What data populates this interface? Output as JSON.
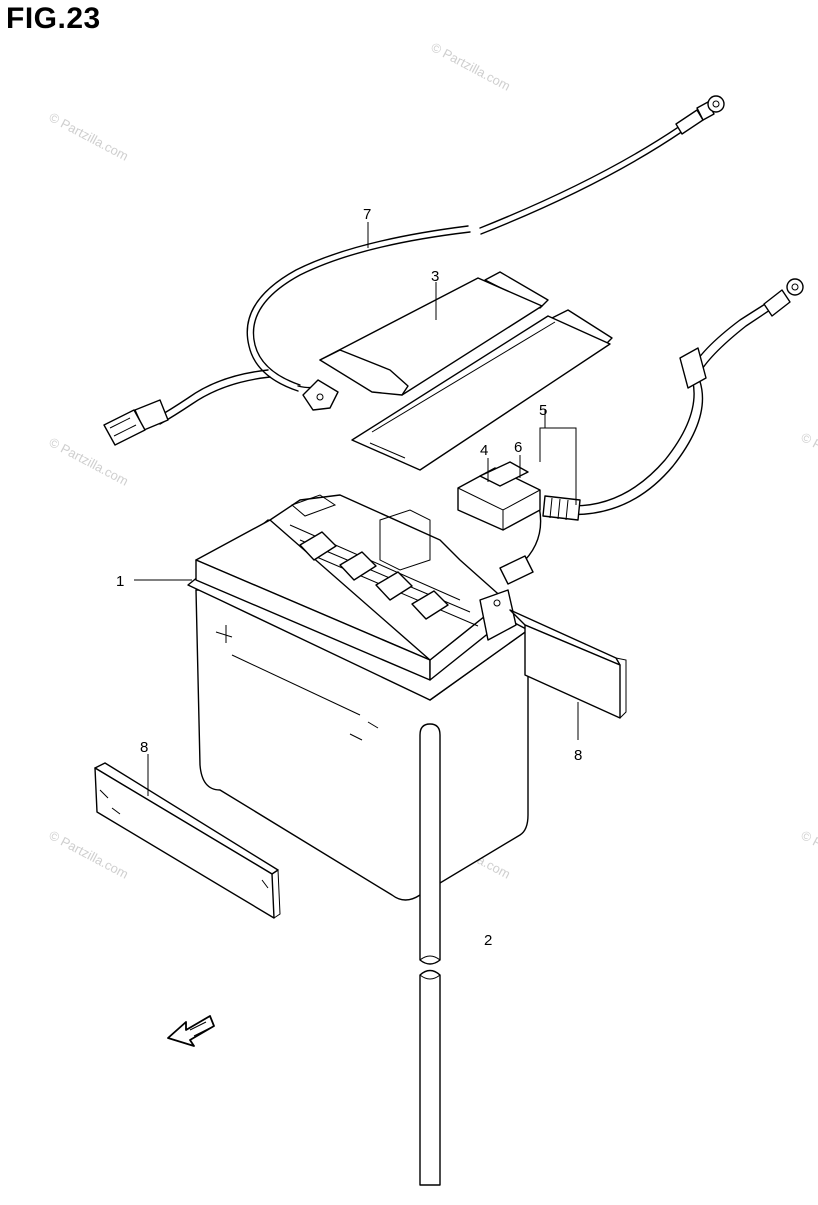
{
  "figure": {
    "title": "FIG.23"
  },
  "watermark": {
    "text": "© Partzilla.com"
  },
  "callouts": {
    "battery": "1",
    "breather_hose": "2",
    "battery_band": "3",
    "terminal_cover": "4",
    "lead_assembly": "5",
    "fuse": "6",
    "ground_wire": "7",
    "cushion_left": "8",
    "cushion_right": "8"
  },
  "direction_arrow": {
    "icon": "front-arrow-icon"
  }
}
